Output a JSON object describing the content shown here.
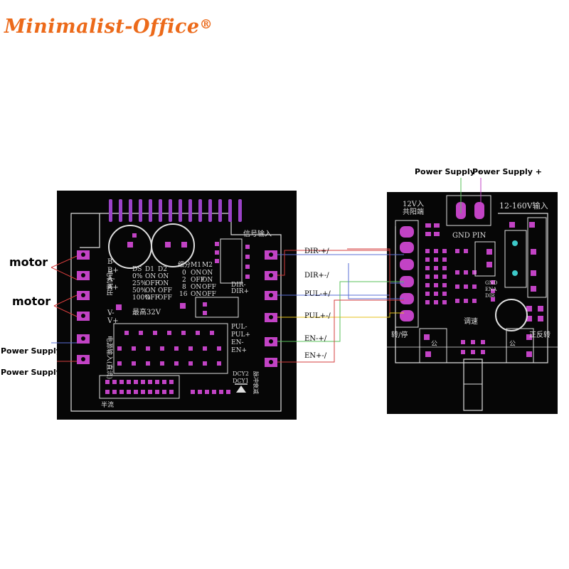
{
  "brand": {
    "name": "Minimalist-Office",
    "mark": "®"
  },
  "left_labels": {
    "motor_1": "motor",
    "motor_2": "motor",
    "psu_minus": "Power Supply -",
    "psu_plus": "Power Supply +"
  },
  "top_labels": {
    "psu_minus": "Power Supply -",
    "psu_plus": "Power Supply +"
  },
  "driver_board": {
    "header": "信号输入",
    "motor_terms": [
      "B-",
      "B+",
      "A-",
      "A+"
    ],
    "power_terms": [
      "V-",
      "V+"
    ],
    "output_label": "电机输出",
    "table_head": [
      "DS",
      "D1",
      "D2"
    ],
    "table_rows": [
      [
        "0%",
        "ON",
        "ON"
      ],
      [
        "25%",
        "OFF",
        "ON"
      ],
      [
        "50%",
        "ON",
        "OFF"
      ],
      [
        "100%",
        "OFF",
        "OFF"
      ]
    ],
    "micro_head": [
      "细分",
      "M1",
      "M2"
    ],
    "micro_rows": [
      [
        "0",
        "ON",
        "ON"
      ],
      [
        "2",
        "OFF",
        "ON"
      ],
      [
        "8",
        "ON",
        "OFF"
      ],
      [
        "16",
        "ON",
        "OFF"
      ]
    ],
    "voltage_note": "最高32V",
    "signal_labels": [
      "DIR-",
      "DIR+",
      "PUL-",
      "PUL+",
      "EN-",
      "EN+"
    ],
    "bottom_label": "半流",
    "dcy_labels": [
      "DCY2",
      "DCY1"
    ],
    "decay_label": "脉冲衰减"
  },
  "controller_board": {
    "label_12v": "12V入",
    "label_common": "共阳端",
    "label_input": "12-160V输入",
    "gnd_pin": "GND PIN",
    "side_pins": [
      "GND",
      "ENA",
      "DIR"
    ],
    "speed_label": "调速",
    "dir_left": "转/停",
    "dir_right": "正反转",
    "gong_left": "公",
    "gong_right": "公"
  },
  "wire_labels": [
    "DIR-+/",
    "DIR+-/",
    "PUL-+/",
    "PUL+-/",
    "EN-+/",
    "EN+-/"
  ],
  "colors": {
    "board": "#060606",
    "pad": "#c243c5",
    "trace": "#dedede",
    "brand": "#ec6a1a",
    "wire_blue": "#5a6fd6",
    "wire_red": "#d63d3d",
    "wire_green": "#58c05a",
    "wire_yellow": "#e6c21c"
  }
}
